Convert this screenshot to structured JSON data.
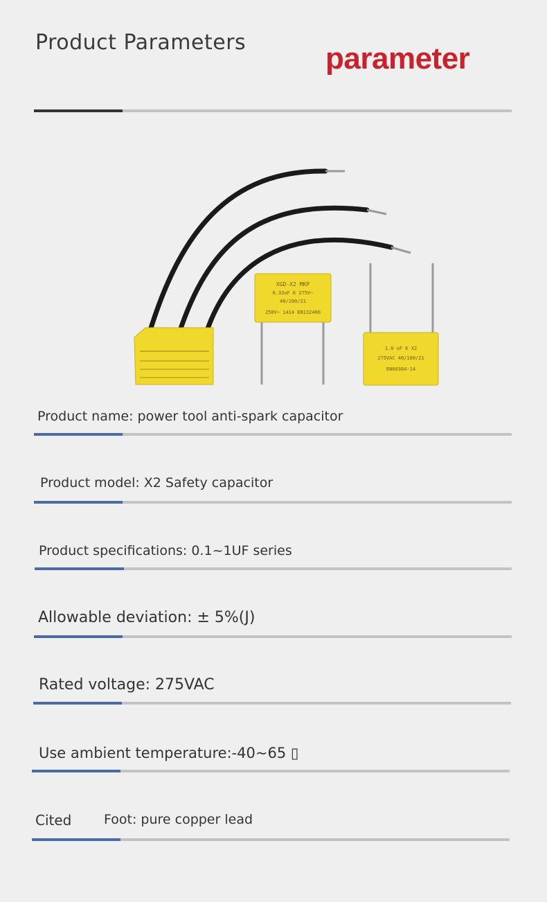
{
  "header": {
    "title": "Product Parameters",
    "logo_word": "parameter"
  },
  "photo": {
    "capacitor_b_label": "XGD-X2 MKP 0.33uF K 275V~ 40/100/21 250V~ 1414 EN132400",
    "capacitor_c_label": "1.0 uF K X2 275VAC 40/100/21 EN60384-14"
  },
  "params": {
    "name": "Product name: power tool anti-spark capacitor",
    "model": "Product model: X2 Safety capacitor",
    "spec": "Product specifications: 0.1~1UF series",
    "deviation": "Allowable deviation: ± 5%(J)",
    "voltage": "Rated voltage: 275VAC",
    "temperature": "Use ambient temperature:-40~65 ▯",
    "lead_label": "Cited",
    "lead_value": "Foot: pure copper lead"
  },
  "colors": {
    "header_accent": "#333333",
    "param_accent": "#4a6ba8",
    "rule": "#c3c3c3",
    "logo": "#c8232c",
    "capacitor": "#f0d82c"
  }
}
